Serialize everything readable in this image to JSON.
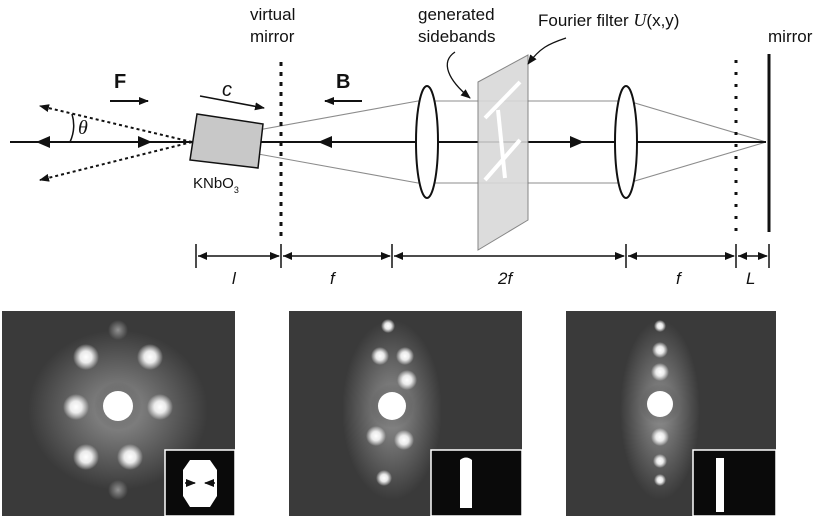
{
  "labels": {
    "virtual_mirror_line1": "virtual",
    "virtual_mirror_line2": "mirror",
    "sidebands_line1": "generated",
    "sidebands_line2": "sidebands",
    "filter_prefix": "Fourier filter ",
    "filter_symbol": "U",
    "filter_args": "(x,y)",
    "mirror": "mirror",
    "forward": "F",
    "backward": "B",
    "c_axis": "c",
    "theta": "θ",
    "crystal_main": "KNbO",
    "crystal_sub": "3"
  },
  "distances": {
    "l": "l",
    "f1": "f",
    "two_f": "2f",
    "f2": "f",
    "L": "L"
  },
  "panels": [
    {
      "pattern": "hexagonal-spots",
      "inset": "filter-notched-aperture"
    },
    {
      "pattern": "vertical-spots-wide",
      "inset": "filter-rounded-slit"
    },
    {
      "pattern": "vertical-spots-narrow",
      "inset": "filter-narrow-slit"
    }
  ],
  "colors": {
    "beam": "#111111",
    "faint_beam": "#8c8c8c",
    "crystal": "#c8c8c8",
    "filter_plate": "#dcdcdc",
    "panel_bg": "#3a3a3a",
    "inset_bg": "#0a0a0a"
  }
}
